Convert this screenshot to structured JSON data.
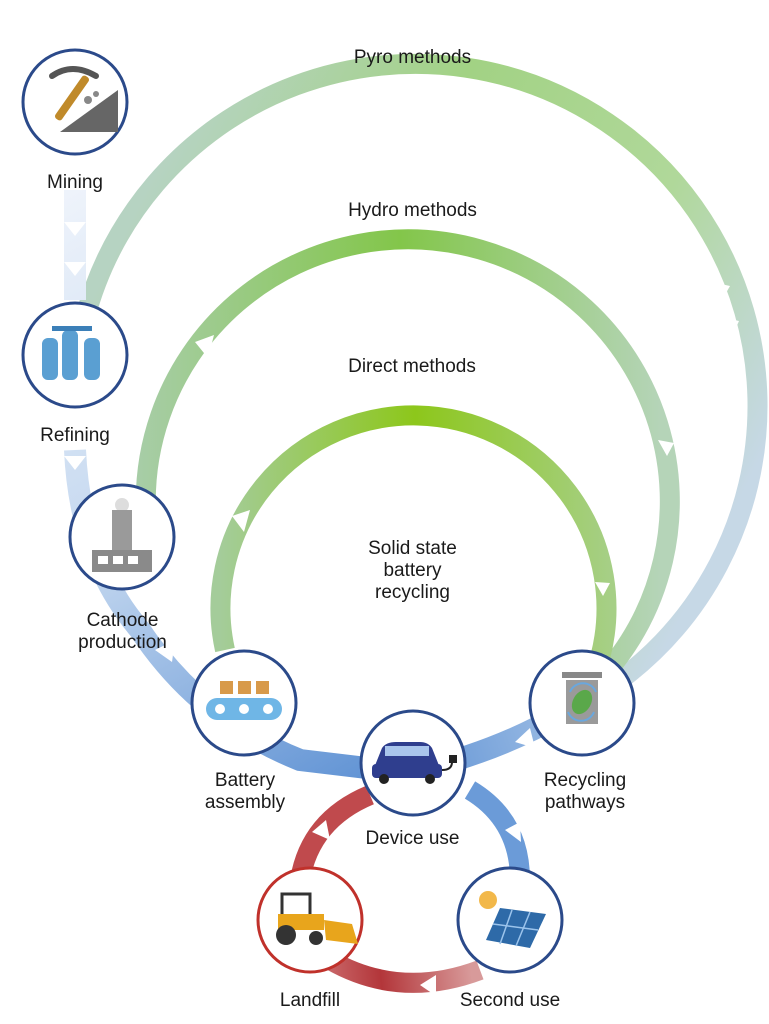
{
  "labels": {
    "pyro": "Pyro methods",
    "hydro": "Hydro methods",
    "direct": "Direct methods",
    "center": [
      "Solid state",
      "battery",
      "recycling"
    ],
    "mining": "Mining",
    "refining": "Refining",
    "cathode": [
      "Cathode",
      "production"
    ],
    "battery": [
      "Battery",
      "assembly"
    ],
    "device": "Device use",
    "recycling": [
      "Recycling",
      "pathways"
    ],
    "landfill": "Landfill",
    "second": "Second use"
  },
  "icons": {
    "mining": "pickaxe-icon",
    "refining": "refinery-tanks-icon",
    "cathode": "factory-icon",
    "battery": "conveyor-belt-icon",
    "device": "electric-car-icon",
    "recycling": "recycling-bin-icon",
    "landfill": "bulldozer-icon",
    "second": "solar-panel-icon"
  },
  "colors": {
    "node_border_blue": "#2b4a8a",
    "node_border_red": "#c0312b",
    "flow_blue": "#5f95d6",
    "flow_red": "#b53a3a",
    "arc_pyro": "#9ccf7c",
    "arc_hydro": "#86c84e",
    "arc_direct": "#8cc81a"
  }
}
